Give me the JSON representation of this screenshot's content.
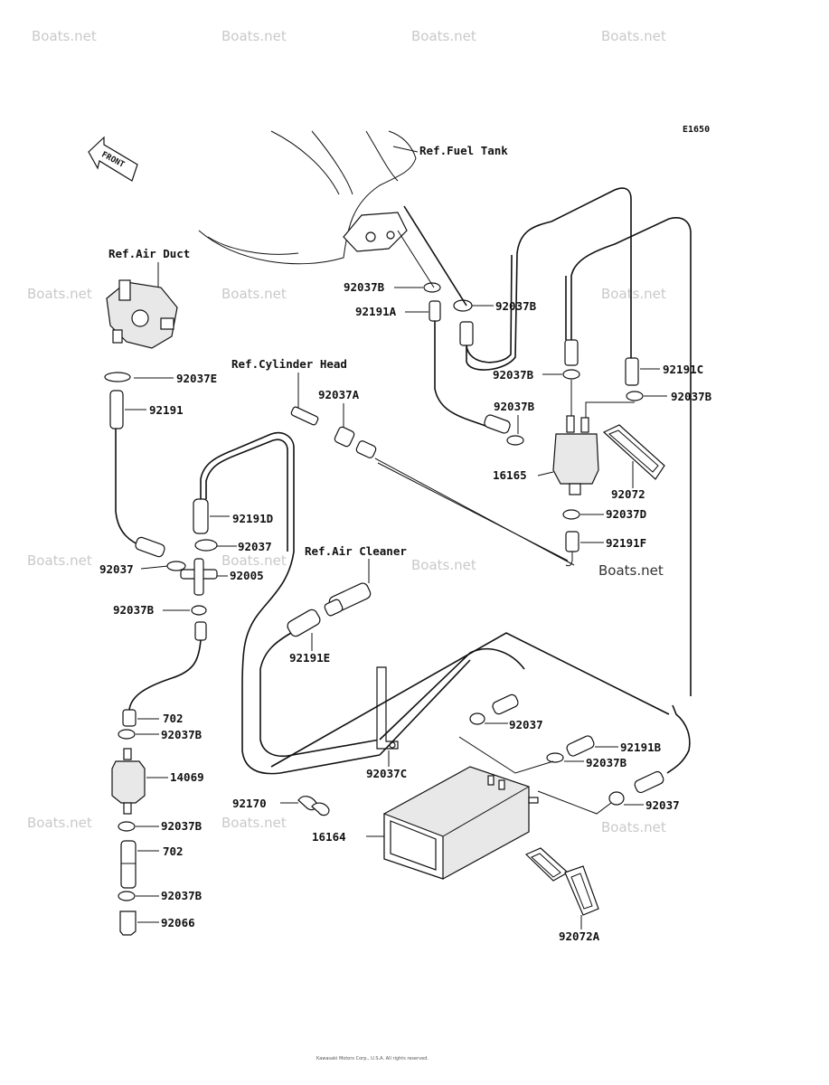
{
  "diagram_id": "E1650",
  "copyright": "Kawasaki Motors Corp., U.S.A. All rights reserved.",
  "watermark": "Boats.net",
  "labels": {
    "ref_fuel_tank": "Ref.Fuel Tank",
    "ref_air_duct": "Ref.Air Duct",
    "ref_cylinder_head": "Ref.Cylinder Head",
    "ref_air_cleaner": "Ref.Air Cleaner",
    "front": "FRONT",
    "p92037B_a": "92037B",
    "p92191A": "92191A",
    "p92037B_b": "92037B",
    "p92037E": "92037E",
    "p92191": "92191",
    "p92037A": "92037A",
    "p92037B_c": "92037B",
    "p92191C": "92191C",
    "p92037B_d": "92037B",
    "p92037B_e": "92037B",
    "p16165": "16165",
    "p92072": "92072",
    "p92037D": "92037D",
    "p92191F": "92191F",
    "p92191D": "92191D",
    "p92037_a": "92037",
    "p92037_b": "92037",
    "p92005": "92005",
    "p92037B_f": "92037B",
    "p92191E": "92191E",
    "p702_a": "702",
    "p92037B_g": "92037B",
    "p14069": "14069",
    "p92037B_h": "92037B",
    "p702_b": "702",
    "p92037B_i": "92037B",
    "p92066": "92066",
    "p92037_c": "92037",
    "p92191B": "92191B",
    "p92037B_j": "92037B",
    "p92037C": "92037C",
    "p92170": "92170",
    "p92037_d": "92037",
    "p16164": "16164",
    "p92072A": "92072A"
  }
}
